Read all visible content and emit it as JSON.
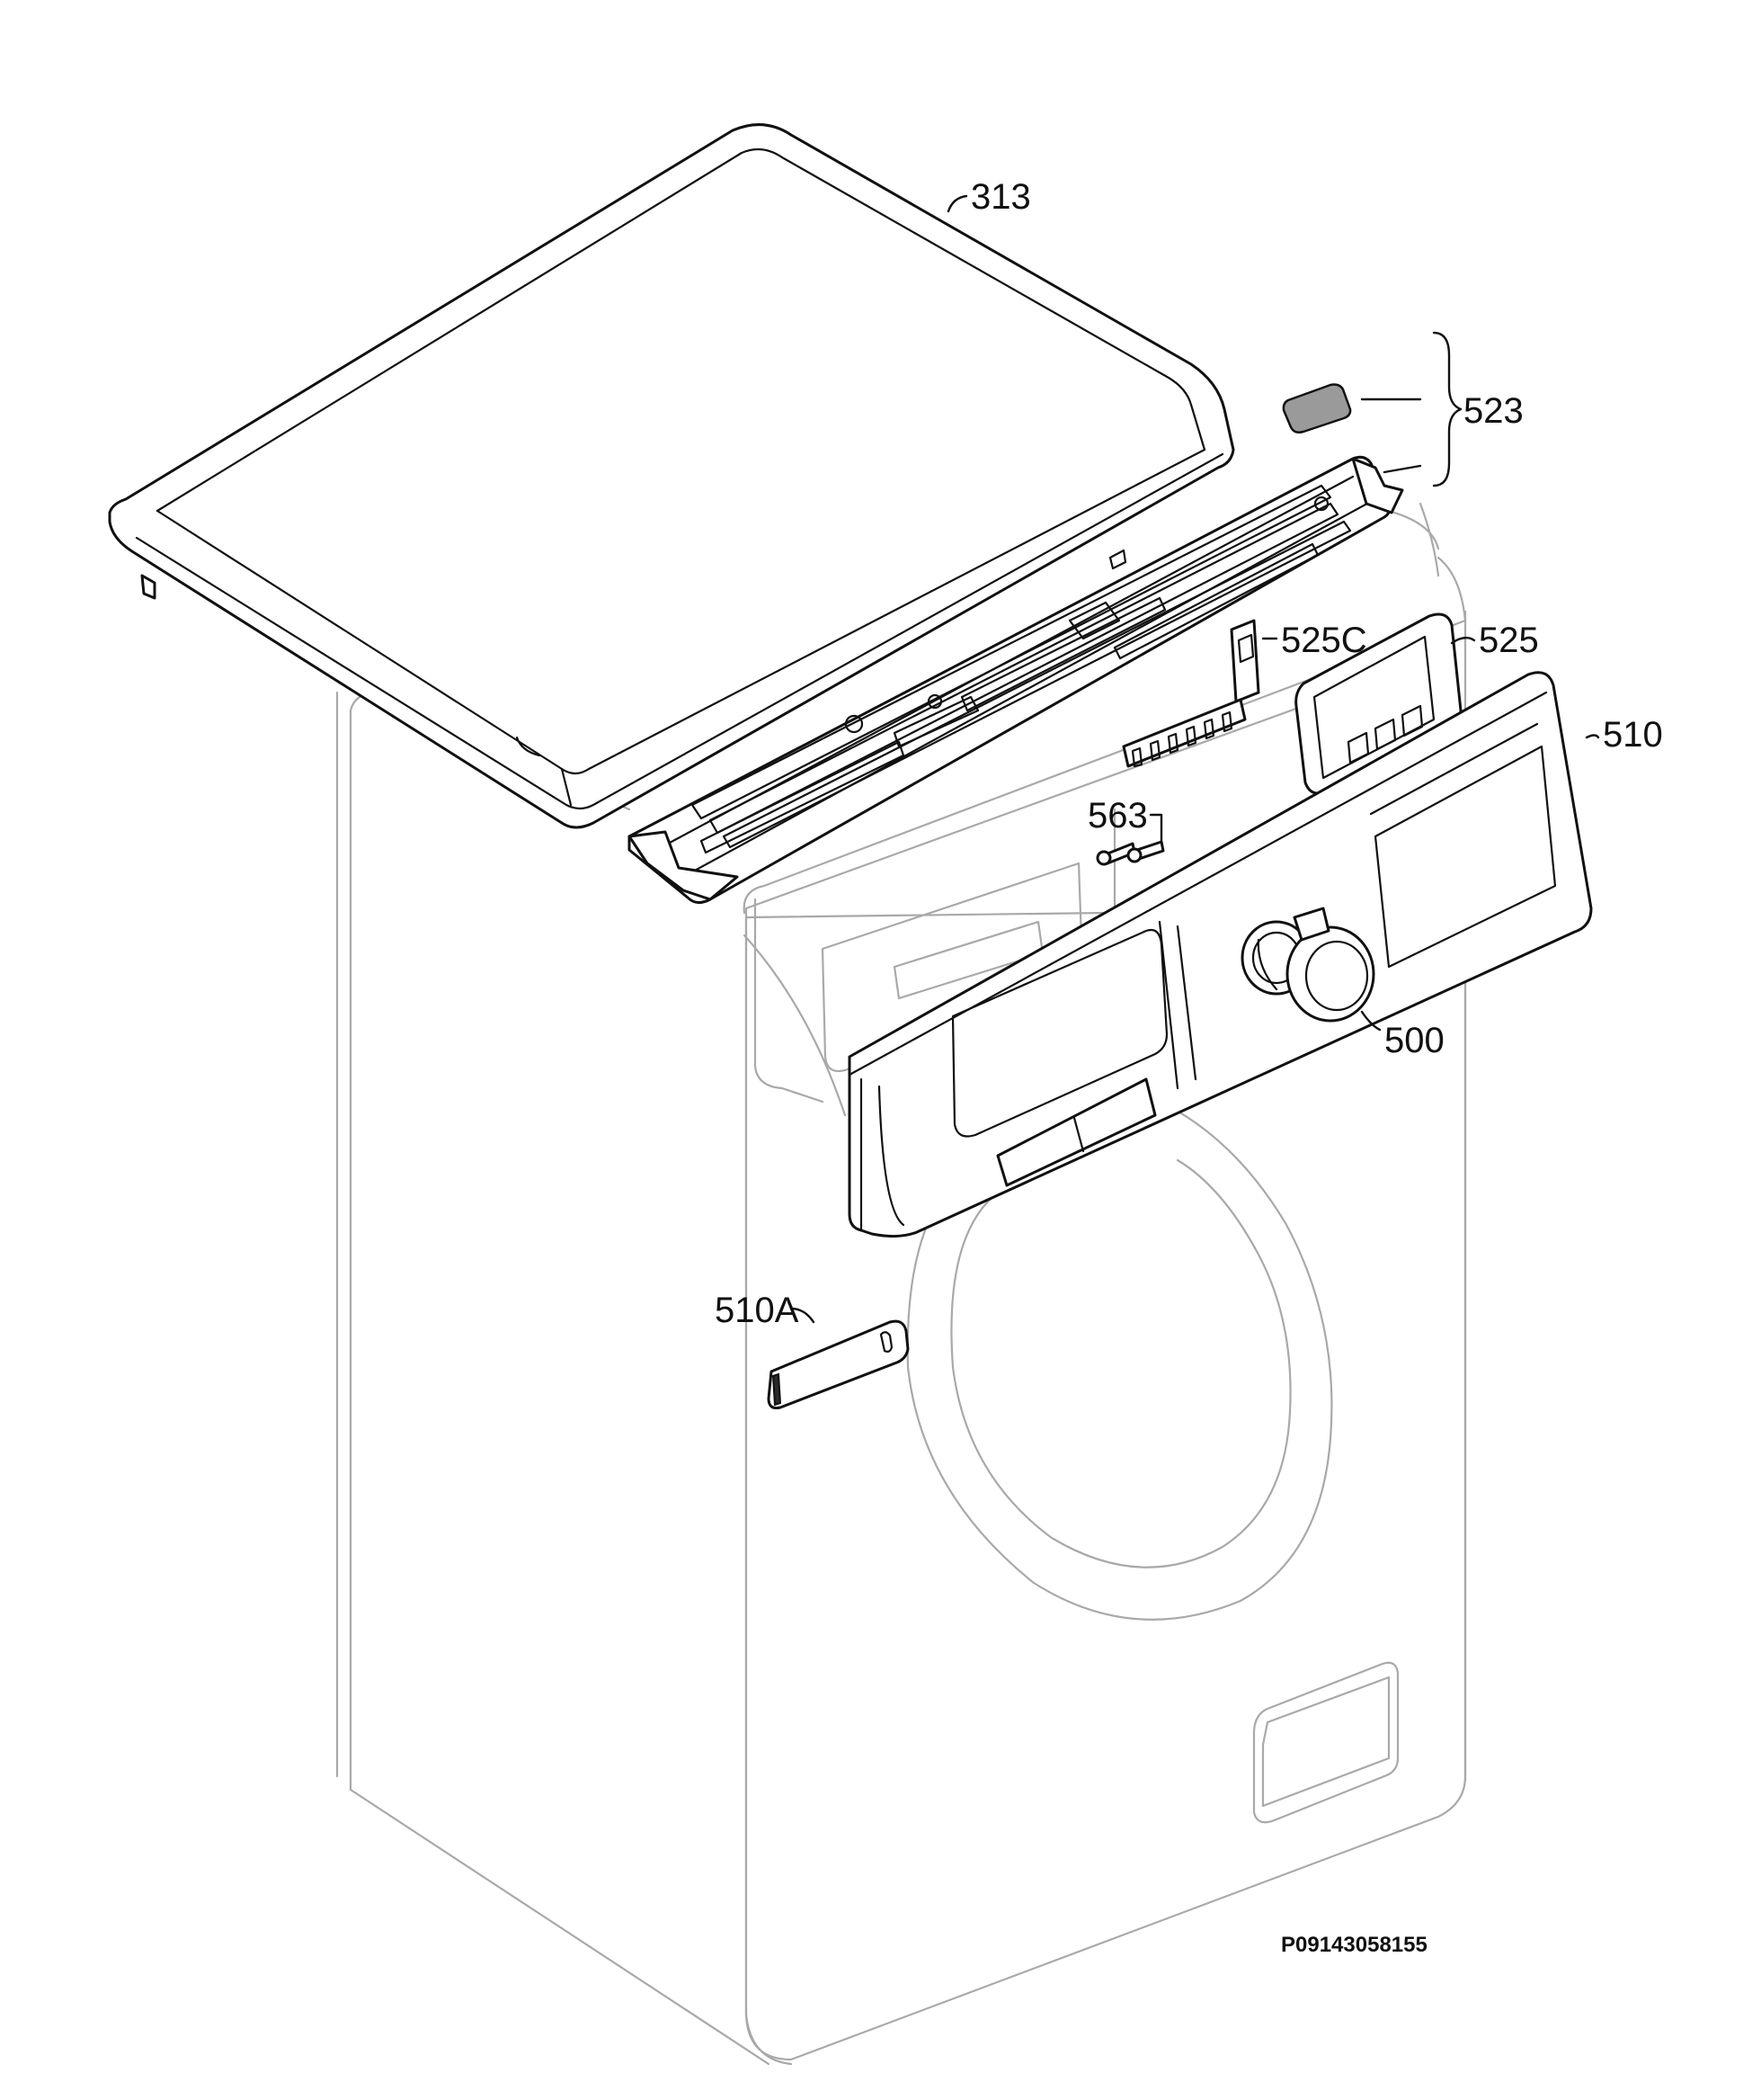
{
  "callouts": {
    "c313": "313",
    "c523": "523",
    "c525c": "525C",
    "c525": "525",
    "c510": "510",
    "c563": "563",
    "c500": "500",
    "c510a": "510A"
  },
  "drawing_code": "P09143058155",
  "colors": {
    "part_stroke": "#111111",
    "cabinet_stroke": "#a9a9a9",
    "background": "#ffffff"
  }
}
